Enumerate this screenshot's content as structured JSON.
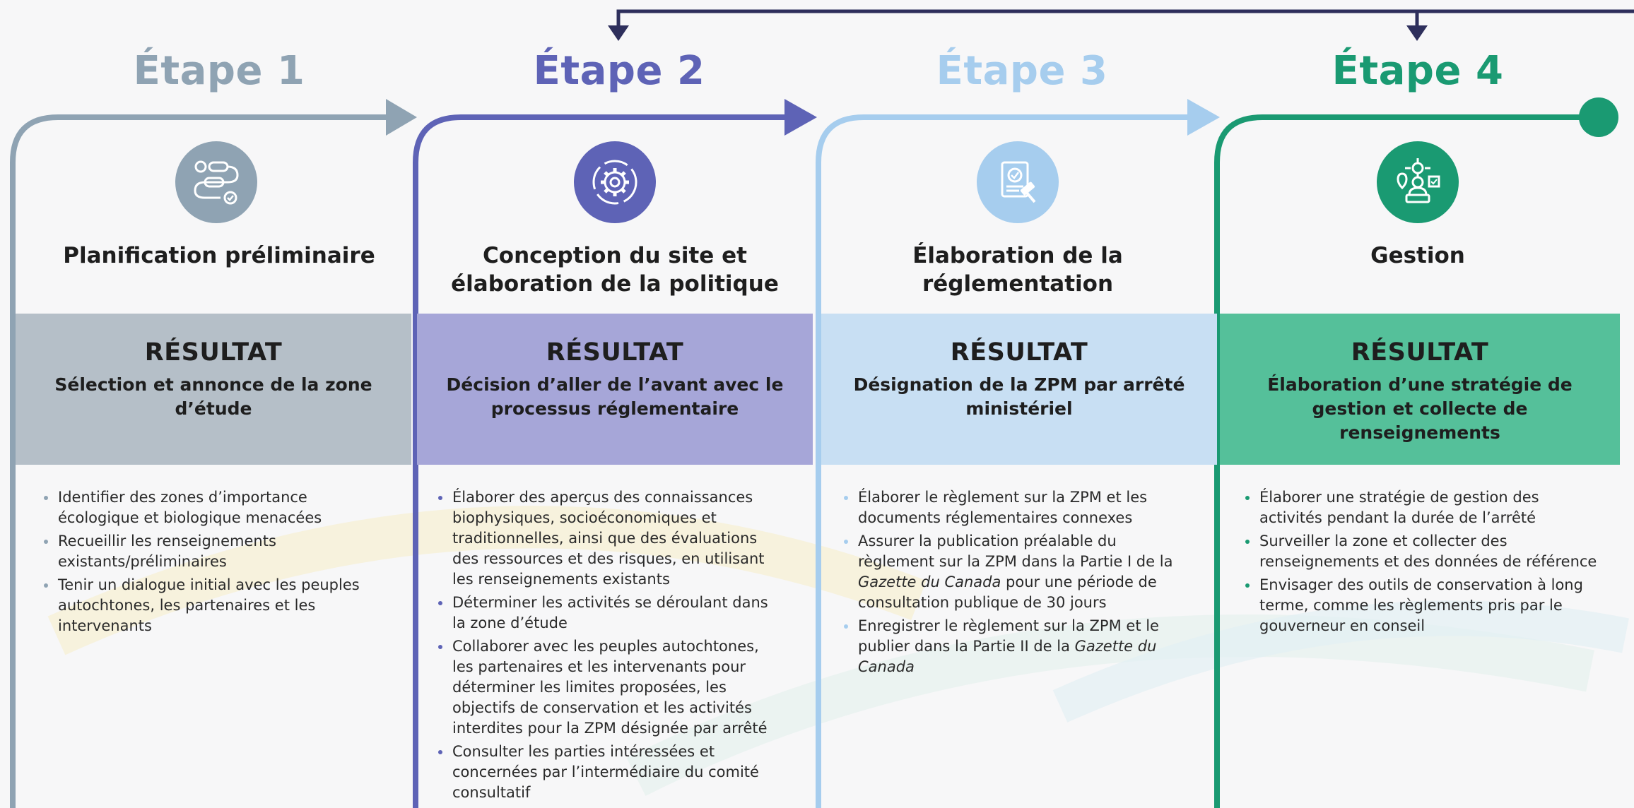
{
  "stages": [
    {
      "title": "Étape 1",
      "icon": "planning-flow-icon",
      "heading": "Planification préliminaire",
      "result_label": "RÉSULTAT",
      "result_text": "Sélection et annonce de la zone d’étude",
      "color": "#8fa3b3",
      "box_color": "#b5bfc8",
      "items": [
        "Identifier des zones d’importance écologique et biologique menacées",
        "Recueillir les renseignements existants/préliminaires",
        "Tenir un dialogue initial avec les peuples autochtones, les partenaires et les intervenants"
      ]
    },
    {
      "title": "Étape 2",
      "icon": "gear-cycle-icon",
      "heading": "Conception du site et élaboration de la politique",
      "result_label": "RÉSULTAT",
      "result_text": "Décision d’aller de l’avant avec le processus réglementaire",
      "color": "#5e63b6",
      "box_color": "#a6a6d8",
      "items": [
        "Élaborer des aperçus des connaissances biophysiques, socioéconomiques et traditionnelles, ainsi que des évaluations des ressources et des risques, en utilisant les renseignements existants",
        "Déterminer les activités se déroulant dans la zone d’étude",
        "Collaborer avec les peuples autochtones, les partenaires et les intervenants pour déterminer les limites proposées, les objectifs de conservation et les activités interdites pour la ZPM désignée par arrêté",
        "Consulter les parties intéressées et concernées par l’intermédiaire du comité consultatif"
      ]
    },
    {
      "title": "Étape 3",
      "icon": "regulation-document-icon",
      "heading": "Élaboration de la réglementation",
      "result_label": "RÉSULTAT",
      "result_text": "Désignation de la ZPM par arrêté ministériel",
      "color": "#a6cdee",
      "box_color": "#c8dff3",
      "items": [
        [
          "Élaborer le règlement sur la ZPM et les documents réglementaires connexes"
        ],
        [
          "Assurer la publication préalable du règlement sur la ZPM dans la Partie I de la ",
          {
            "i": "Gazette du Canada"
          },
          " pour une période de consultation publique de 30 jours"
        ],
        [
          "Enregistrer le règlement sur la ZPM et le publier dans la Partie II de la ",
          {
            "i": "Gazette du Canada"
          }
        ]
      ]
    },
    {
      "title": "Étape 4",
      "icon": "management-person-icon",
      "heading": "Gestion",
      "result_label": "RÉSULTAT",
      "result_text": "Élaboration d’une stratégie de gestion et collecte de renseignements",
      "color": "#1a9a72",
      "box_color": "#55c09a",
      "items": [
        "Élaborer une stratégie de gestion des activités pendant la durée de l’arrêté",
        "Surveiller la zone et collecter des renseignements et des données de référence",
        "Envisager des outils de conservation à long terme, comme les règlements pris par le gouverneur en conseil"
      ]
    }
  ],
  "loop_color": "#2e2f5c"
}
